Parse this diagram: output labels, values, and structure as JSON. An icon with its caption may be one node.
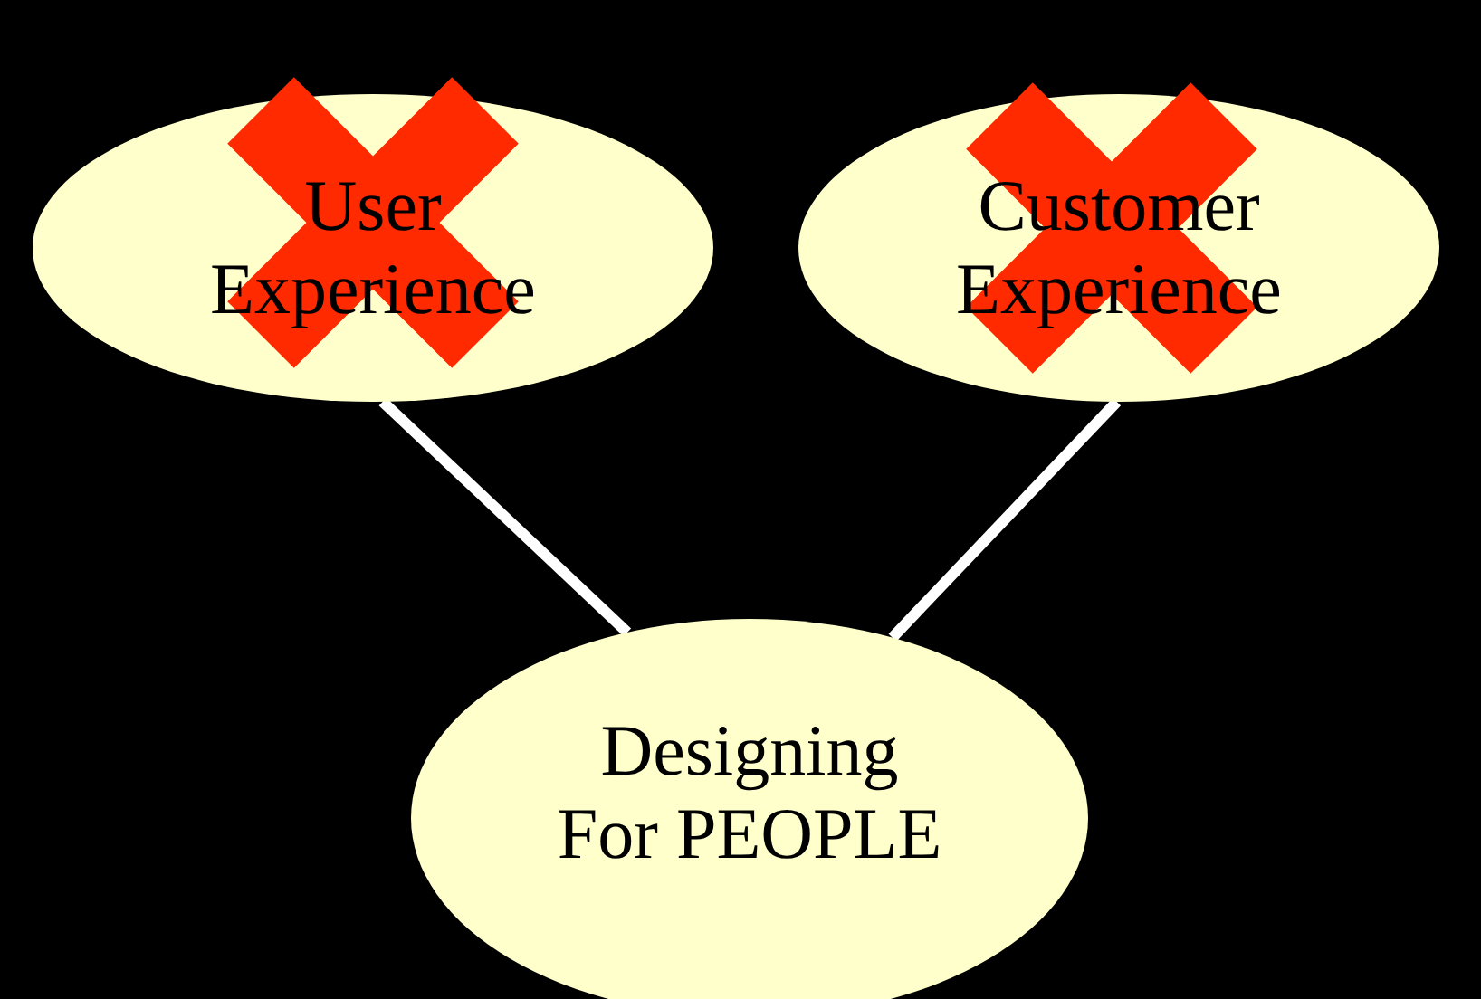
{
  "diagram": {
    "nodes": [
      {
        "text": [
          "User Experience"
        ]
      },
      {
        "text": [
          "Customer Experience"
        ]
      },
      {
        "text": [
          "Designing For PEOPLE"
        ]
      }
    ],
    "edges": [
      {
        "from": 0,
        "to": 2,
        "arrow": "none"
      },
      {
        "from": 1,
        "to": 2,
        "arrow": "none"
      }
    ]
  }
}
